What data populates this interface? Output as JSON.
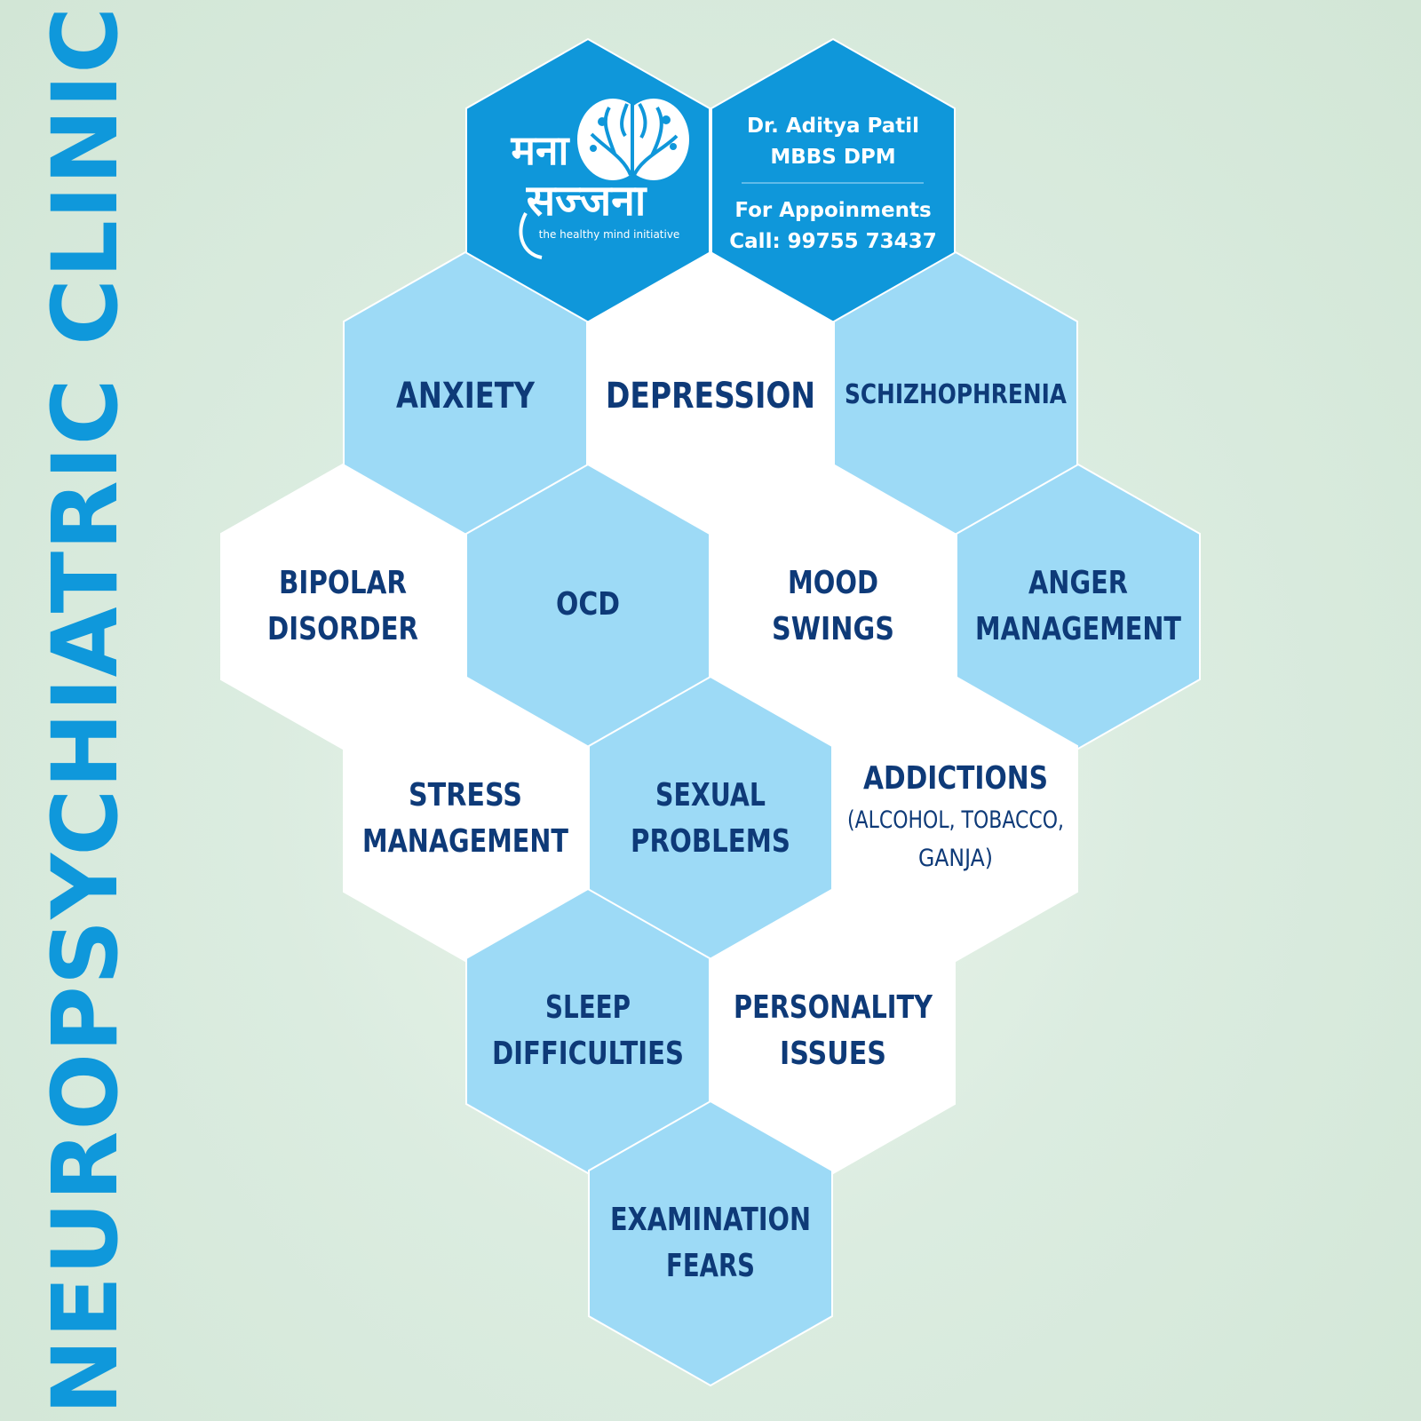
{
  "side_title": "NEUROPSYCHIATRIC CLINIC",
  "logo": {
    "line1": "मना",
    "line2": "सज्जना",
    "tagline": "the healthy mind initiative"
  },
  "contact": {
    "doctor": "Dr. Aditya Patil",
    "degree": "MBBS DPM",
    "appointments": "For Appoinments",
    "call": "Call: 99755 73437"
  },
  "colors": {
    "header_blue": "#0f97da",
    "light_blue": "#9ddaf6",
    "white": "#ffffff",
    "text_navy": "#0e3a78"
  },
  "cells": {
    "anxiety": "ANXIETY",
    "depression": "DEPRESSION",
    "schizophrenia": "SCHIZHOPHRENIA",
    "bipolar_1": "BIPOLAR",
    "bipolar_2": "DISORDER",
    "ocd": "OCD",
    "mood_1": "MOOD",
    "mood_2": "SWINGS",
    "anger_1": "ANGER",
    "anger_2": "MANAGEMENT",
    "stress_1": "STRESS",
    "stress_2": "MANAGEMENT",
    "sexual_1": "SEXUAL",
    "sexual_2": "PROBLEMS",
    "addictions": "ADDICTIONS",
    "addictions_sub_1": "(ALCOHOL, TOBACCO,",
    "addictions_sub_2": "GANJA)",
    "sleep_1": "SLEEP",
    "sleep_2": "DIFFICULTIES",
    "personality_1": "PERSONALITY",
    "personality_2": "ISSUES",
    "exam_1": "EXAMINATION",
    "exam_2": "FEARS"
  }
}
